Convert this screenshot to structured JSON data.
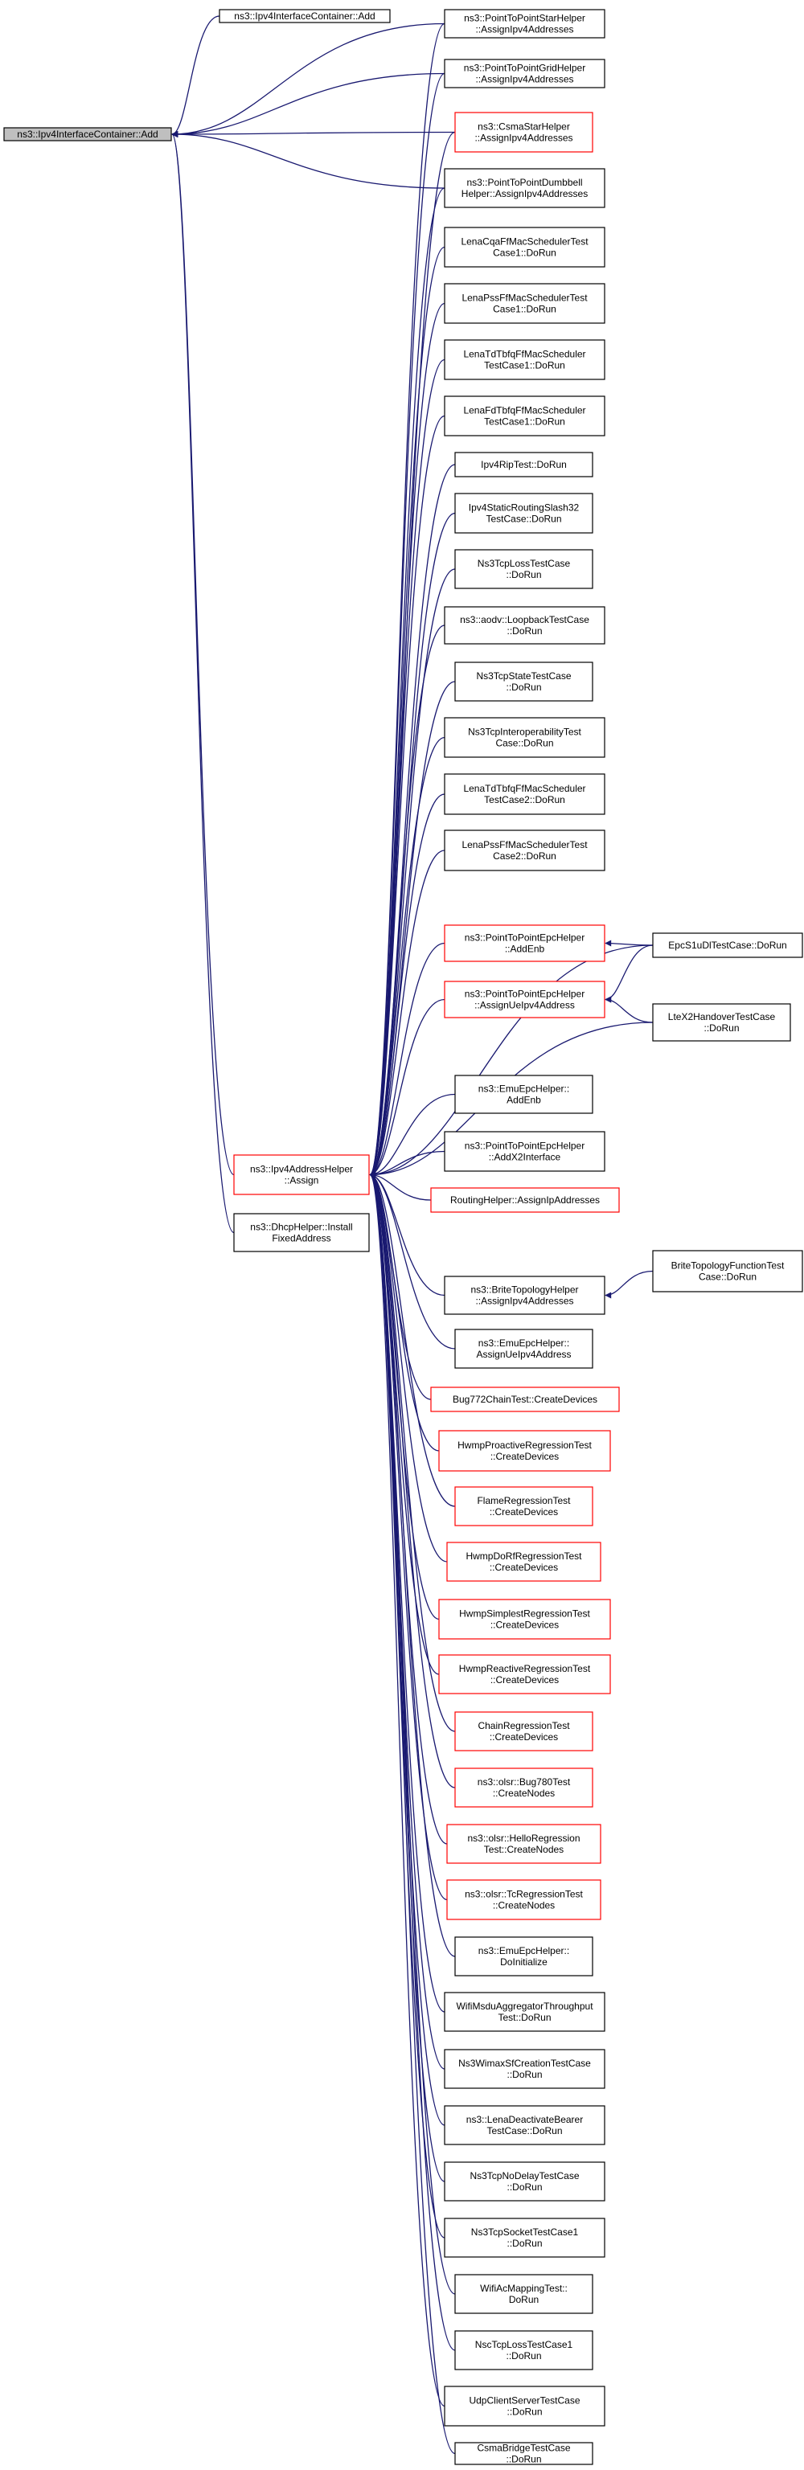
{
  "graph": {
    "edge_color": "#191970",
    "colors": {
      "focus_fill": "#bfbfbf",
      "node_fill": "#ffffff",
      "normal_border": "#000000",
      "red_border": "#ff0000"
    },
    "nodes": [
      {
        "id": "root",
        "lines": [
          "ns3::Ipv4InterfaceContainer::Add"
        ],
        "style": "focus"
      },
      {
        "id": "ipv4iccadd",
        "lines": [
          "ns3::Ipv4InterfaceContainer::Add"
        ],
        "style": "normal"
      },
      {
        "id": "p2pstar",
        "lines": [
          "ns3::PointToPointStarHelper",
          "::AssignIpv4Addresses"
        ],
        "style": "normal"
      },
      {
        "id": "p2pgrid",
        "lines": [
          "ns3::PointToPointGridHelper",
          "::AssignIpv4Addresses"
        ],
        "style": "normal"
      },
      {
        "id": "csmastar",
        "lines": [
          "ns3::CsmaStarHelper",
          "::AssignIpv4Addresses"
        ],
        "style": "red"
      },
      {
        "id": "p2pdumbbell",
        "lines": [
          "ns3::PointToPointDumbbell",
          "Helper::AssignIpv4Addresses"
        ],
        "style": "normal"
      },
      {
        "id": "lenacqa",
        "lines": [
          "LenaCqaFfMacSchedulerTest",
          "Case1::DoRun"
        ],
        "style": "normal"
      },
      {
        "id": "lenapss1",
        "lines": [
          "LenaPssFfMacSchedulerTest",
          "Case1::DoRun"
        ],
        "style": "normal"
      },
      {
        "id": "lenatdtbfq1",
        "lines": [
          "LenaTdTbfqFfMacScheduler",
          "TestCase1::DoRun"
        ],
        "style": "normal"
      },
      {
        "id": "lenafdtbfq1",
        "lines": [
          "LenaFdTbfqFfMacScheduler",
          "TestCase1::DoRun"
        ],
        "style": "normal"
      },
      {
        "id": "ipv4rip",
        "lines": [
          "Ipv4RipTest::DoRun"
        ],
        "style": "normal"
      },
      {
        "id": "ipv4static",
        "lines": [
          "Ipv4StaticRoutingSlash32",
          "TestCase::DoRun"
        ],
        "style": "normal"
      },
      {
        "id": "ns3tcploss",
        "lines": [
          "Ns3TcpLossTestCase",
          "::DoRun"
        ],
        "style": "normal"
      },
      {
        "id": "aodvloop",
        "lines": [
          "ns3::aodv::LoopbackTestCase",
          "::DoRun"
        ],
        "style": "normal"
      },
      {
        "id": "ns3tcpstate",
        "lines": [
          "Ns3TcpStateTestCase",
          "::DoRun"
        ],
        "style": "normal"
      },
      {
        "id": "ns3tcpinterop",
        "lines": [
          "Ns3TcpInteroperabilityTest",
          "Case::DoRun"
        ],
        "style": "normal"
      },
      {
        "id": "lenatdtbfq2",
        "lines": [
          "LenaTdTbfqFfMacScheduler",
          "TestCase2::DoRun"
        ],
        "style": "normal"
      },
      {
        "id": "lenapss2",
        "lines": [
          "LenaPssFfMacSchedulerTest",
          "Case2::DoRun"
        ],
        "style": "normal"
      },
      {
        "id": "p2pepcaddenb",
        "lines": [
          "ns3::PointToPointEpcHelper",
          "::AddEnb"
        ],
        "style": "red"
      },
      {
        "id": "epcs1u",
        "lines": [
          "EpcS1uDlTestCase::DoRun"
        ],
        "style": "normal"
      },
      {
        "id": "p2pepcassignue",
        "lines": [
          "ns3::PointToPointEpcHelper",
          "::AssignUeIpv4Address"
        ],
        "style": "red"
      },
      {
        "id": "ltex2",
        "lines": [
          "LteX2HandoverTestCase",
          "::DoRun"
        ],
        "style": "normal"
      },
      {
        "id": "emuaddenb",
        "lines": [
          "ns3::EmuEpcHelper::",
          "AddEnb"
        ],
        "style": "normal"
      },
      {
        "id": "p2pepcx2",
        "lines": [
          "ns3::PointToPointEpcHelper",
          "::AddX2Interface"
        ],
        "style": "normal"
      },
      {
        "id": "assign",
        "lines": [
          "ns3::Ipv4AddressHelper",
          "::Assign"
        ],
        "style": "red"
      },
      {
        "id": "routinghelper",
        "lines": [
          "RoutingHelper::AssignIpAddresses"
        ],
        "style": "red"
      },
      {
        "id": "dhcp",
        "lines": [
          "ns3::DhcpHelper::Install",
          "FixedAddress"
        ],
        "style": "normal"
      },
      {
        "id": "brite",
        "lines": [
          "ns3::BriteTopologyHelper",
          "::AssignIpv4Addresses"
        ],
        "style": "normal"
      },
      {
        "id": "britefunc",
        "lines": [
          "BriteTopologyFunctionTest",
          "Case::DoRun"
        ],
        "style": "normal"
      },
      {
        "id": "emuassignue",
        "lines": [
          "ns3::EmuEpcHelper::",
          "AssignUeIpv4Address"
        ],
        "style": "normal"
      },
      {
        "id": "bug772",
        "lines": [
          "Bug772ChainTest::CreateDevices"
        ],
        "style": "red"
      },
      {
        "id": "hwmpproactive",
        "lines": [
          "HwmpProactiveRegressionTest",
          "::CreateDevices"
        ],
        "style": "red"
      },
      {
        "id": "flame",
        "lines": [
          "FlameRegressionTest",
          "::CreateDevices"
        ],
        "style": "red"
      },
      {
        "id": "hwmpdorf",
        "lines": [
          "HwmpDoRfRegressionTest",
          "::CreateDevices"
        ],
        "style": "red"
      },
      {
        "id": "hwmpsimplest",
        "lines": [
          "HwmpSimplestRegressionTest",
          "::CreateDevices"
        ],
        "style": "red"
      },
      {
        "id": "hwmpreactive",
        "lines": [
          "HwmpReactiveRegressionTest",
          "::CreateDevices"
        ],
        "style": "red"
      },
      {
        "id": "chain",
        "lines": [
          "ChainRegressionTest",
          "::CreateDevices"
        ],
        "style": "red"
      },
      {
        "id": "olsrbug780",
        "lines": [
          "ns3::olsr::Bug780Test",
          "::CreateNodes"
        ],
        "style": "red"
      },
      {
        "id": "olsrhello",
        "lines": [
          "ns3::olsr::HelloRegression",
          "Test::CreateNodes"
        ],
        "style": "red"
      },
      {
        "id": "olsrtc",
        "lines": [
          "ns3::olsr::TcRegressionTest",
          "::CreateNodes"
        ],
        "style": "red"
      },
      {
        "id": "emudoinit",
        "lines": [
          "ns3::EmuEpcHelper::",
          "DoInitialize"
        ],
        "style": "normal"
      },
      {
        "id": "wifimsdu",
        "lines": [
          "WifiMsduAggregatorThroughput",
          "Test::DoRun"
        ],
        "style": "normal"
      },
      {
        "id": "wimax",
        "lines": [
          "Ns3WimaxSfCreationTestCase",
          "::DoRun"
        ],
        "style": "normal"
      },
      {
        "id": "lenadeactivate",
        "lines": [
          "ns3::LenaDeactivateBearer",
          "TestCase::DoRun"
        ],
        "style": "normal"
      },
      {
        "id": "tcpnodelay",
        "lines": [
          "Ns3TcpNoDelayTestCase",
          "::DoRun"
        ],
        "style": "normal"
      },
      {
        "id": "tcpsocket",
        "lines": [
          "Ns3TcpSocketTestCase1",
          "::DoRun"
        ],
        "style": "normal"
      },
      {
        "id": "wifiac",
        "lines": [
          "WifiAcMappingTest::",
          "DoRun"
        ],
        "style": "normal"
      },
      {
        "id": "nsctcploss",
        "lines": [
          "NscTcpLossTestCase1",
          "::DoRun"
        ],
        "style": "normal"
      },
      {
        "id": "udpclient",
        "lines": [
          "UdpClientServerTestCase",
          "::DoRun"
        ],
        "style": "normal"
      },
      {
        "id": "csmabridge",
        "lines": [
          "CsmaBridgeTestCase",
          "::DoRun"
        ],
        "style": "normal"
      }
    ],
    "edges": [
      [
        "ipv4iccadd",
        "root"
      ],
      [
        "p2pstar",
        "root"
      ],
      [
        "p2pgrid",
        "root"
      ],
      [
        "csmastar",
        "root"
      ],
      [
        "p2pdumbbell",
        "root"
      ],
      [
        "assign",
        "root"
      ],
      [
        "dhcp",
        "root"
      ],
      [
        "p2pstar",
        "assign"
      ],
      [
        "p2pgrid",
        "assign"
      ],
      [
        "csmastar",
        "assign"
      ],
      [
        "p2pdumbbell",
        "assign"
      ],
      [
        "lenacqa",
        "assign"
      ],
      [
        "lenapss1",
        "assign"
      ],
      [
        "lenatdtbfq1",
        "assign"
      ],
      [
        "lenafdtbfq1",
        "assign"
      ],
      [
        "ipv4rip",
        "assign"
      ],
      [
        "ipv4static",
        "assign"
      ],
      [
        "ns3tcploss",
        "assign"
      ],
      [
        "aodvloop",
        "assign"
      ],
      [
        "ns3tcpstate",
        "assign"
      ],
      [
        "ns3tcpinterop",
        "assign"
      ],
      [
        "lenatdtbfq2",
        "assign"
      ],
      [
        "lenapss2",
        "assign"
      ],
      [
        "epcs1u",
        "assign"
      ],
      [
        "p2pepcaddenb",
        "assign"
      ],
      [
        "p2pepcassignue",
        "assign"
      ],
      [
        "ltex2",
        "assign"
      ],
      [
        "emuaddenb",
        "assign"
      ],
      [
        "p2pepcx2",
        "assign"
      ],
      [
        "routinghelper",
        "assign"
      ],
      [
        "brite",
        "assign"
      ],
      [
        "emuassignue",
        "assign"
      ],
      [
        "bug772",
        "assign"
      ],
      [
        "hwmpproactive",
        "assign"
      ],
      [
        "flame",
        "assign"
      ],
      [
        "hwmpdorf",
        "assign"
      ],
      [
        "hwmpsimplest",
        "assign"
      ],
      [
        "hwmpreactive",
        "assign"
      ],
      [
        "chain",
        "assign"
      ],
      [
        "olsrbug780",
        "assign"
      ],
      [
        "olsrhello",
        "assign"
      ],
      [
        "olsrtc",
        "assign"
      ],
      [
        "emudoinit",
        "assign"
      ],
      [
        "wifimsdu",
        "assign"
      ],
      [
        "wimax",
        "assign"
      ],
      [
        "lenadeactivate",
        "assign"
      ],
      [
        "tcpnodelay",
        "assign"
      ],
      [
        "tcpsocket",
        "assign"
      ],
      [
        "wifiac",
        "assign"
      ],
      [
        "nsctcploss",
        "assign"
      ],
      [
        "udpclient",
        "assign"
      ],
      [
        "csmabridge",
        "assign"
      ],
      [
        "epcs1u",
        "p2pepcaddenb"
      ],
      [
        "epcs1u",
        "p2pepcassignue"
      ],
      [
        "ltex2",
        "p2pepcassignue"
      ],
      [
        "britefunc",
        "brite"
      ]
    ]
  }
}
